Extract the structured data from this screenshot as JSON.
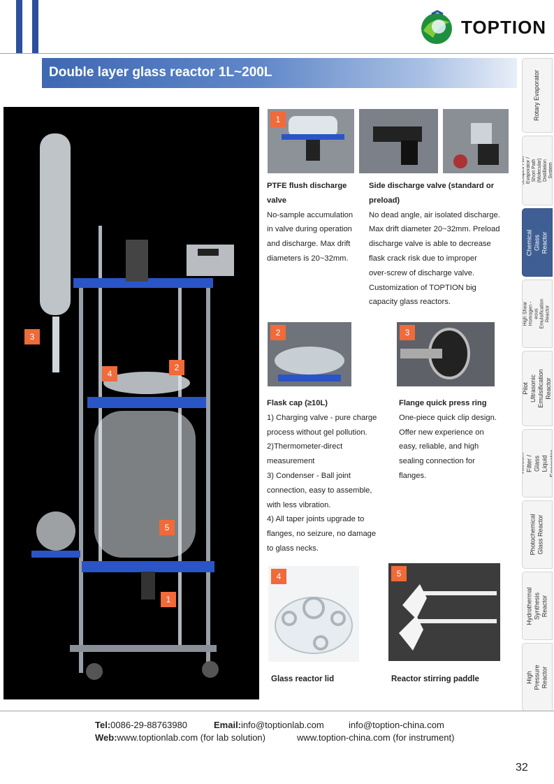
{
  "brand": {
    "name": "TOPTION"
  },
  "title": "Double layer glass reactor 1L~200L",
  "tabs": [
    {
      "label": "Rotary Evaporator",
      "active": false
    },
    {
      "label": "Scraped Film Evaporator / Short Path (Molecular) Distillation System",
      "active": false
    },
    {
      "label": "Chemical Glass Reactor",
      "active": true
    },
    {
      "label": "High Shear Homogen -eous Emulsification Reactor",
      "active": false
    },
    {
      "label": "Pilot Ultrasonic Emulsification Reactor",
      "active": false
    },
    {
      "label": "Vacuum Filter / Glass Liquid Seperator",
      "active": false
    },
    {
      "label": "Photochemical Glass Reactor",
      "active": false
    },
    {
      "label": "Hydrothermal Synthesis Reactor",
      "active": false
    },
    {
      "label": "High Pressure Reactor",
      "active": false
    }
  ],
  "main_photo": {
    "markers": [
      "3",
      "4",
      "2",
      "5",
      "1"
    ]
  },
  "section1": {
    "badge": "1",
    "left": {
      "title_lines": [
        "PTFE flush discharge",
        "valve"
      ],
      "body_lines": [
        "No-sample accumulation",
        "in valve during operation",
        "and discharge. Max drift",
        "diameters is 20~32mm."
      ]
    },
    "right": {
      "title_lines": [
        "Side discharge valve (standard or",
        "preload)"
      ],
      "body_lines": [
        "No dead angle, air isolated discharge.",
        "Max drift diameter 20~32mm. Preload",
        "discharge valve is able to decrease",
        "flask crack risk due to improper",
        "over-screw of discharge valve.",
        "Customization of TOPTION big",
        "capacity glass reactors."
      ]
    }
  },
  "section2": {
    "left": {
      "badge": "2",
      "title": "Flask cap (≥10L)",
      "body_lines": [
        "1) Charging valve - pure charge",
        "process without gel pollution.",
        "2)Thermometer-direct",
        "measurement",
        "3) Condenser - Ball joint",
        "connection, easy to assemble,",
        "with less vibration.",
        "4) All taper joints upgrade to",
        "flanges, no seizure, no damage",
        "to glass necks."
      ]
    },
    "right": {
      "badge": "3",
      "title": "Flange quick press ring",
      "body_lines": [
        "One-piece quick clip design.",
        "Offer new experience on",
        "easy, reliable, and high",
        "sealing connection for",
        "flanges."
      ]
    }
  },
  "section3": {
    "left": {
      "badge": "4",
      "caption": "Glass reactor lid"
    },
    "right": {
      "badge": "5",
      "caption": "Reactor stirring paddle"
    }
  },
  "footer": {
    "tel_label": "Tel:",
    "tel": "0086-29-88763980",
    "email_label": "Email:",
    "email1": "info@toptionlab.com",
    "email2": "info@toption-china.com",
    "web_label": "Web:",
    "web1": "www.toptionlab.com (for lab solution)",
    "web2": "www.toption-china.com (for instrument)"
  },
  "page_number": "32",
  "colors": {
    "brand_blue": "#2d4f9e",
    "badge_orange": "#f06a3a",
    "active_tab": "#3f5f94"
  }
}
